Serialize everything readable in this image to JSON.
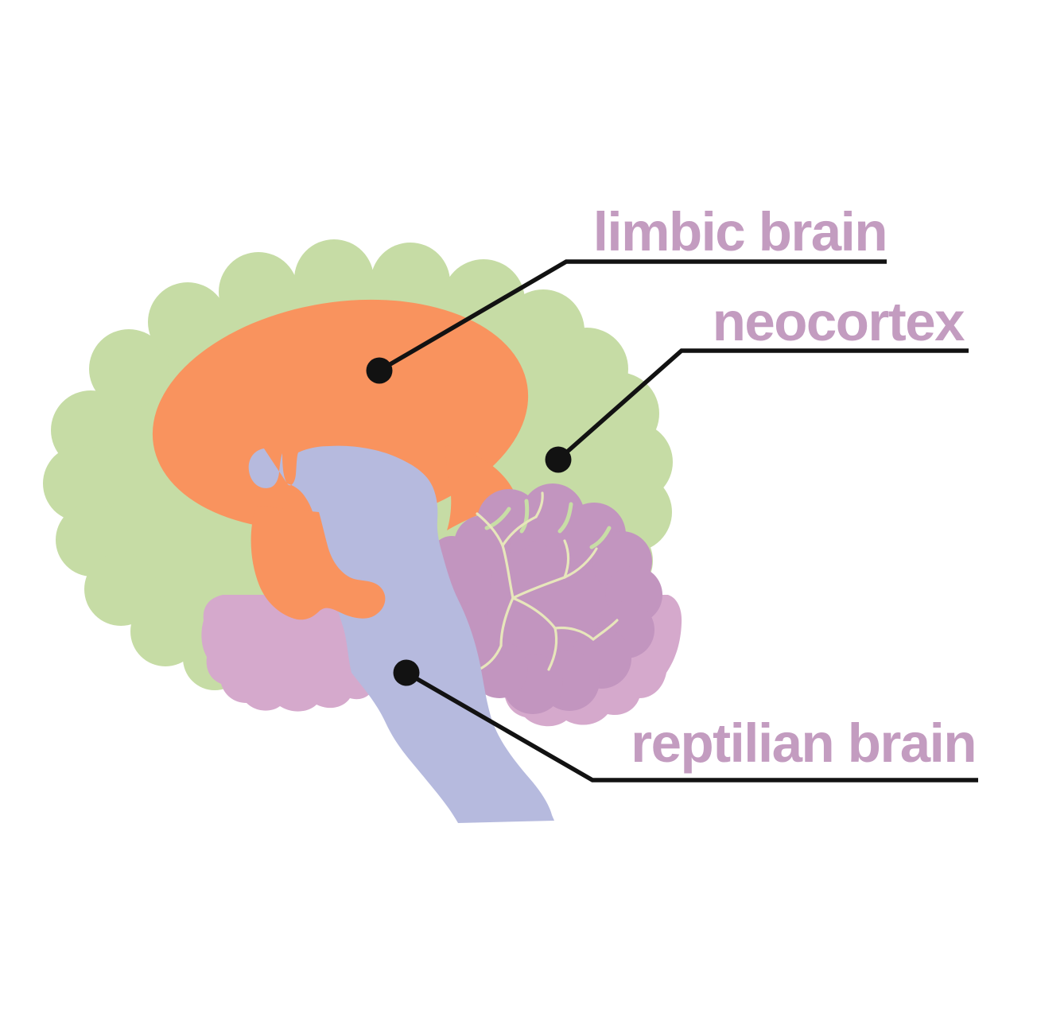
{
  "diagram": {
    "title": "triune brain diagram",
    "labels": {
      "limbic": "limbic brain",
      "neocortex": "neocortex",
      "reptilian": "reptilian brain"
    },
    "colors": {
      "background": "#ffffff",
      "neocortex_green": "#c6dca5",
      "limbic_orange": "#f9935e",
      "brainstem_lavender": "#b6bade",
      "temporal_pink": "#d5a9cc",
      "cerebellum_mauve": "#c295bf",
      "cerebellum_vein_cream": "#e7e6bb",
      "cerebellum_gap_green": "#c8dda6",
      "label_text": "#c39cc0",
      "annotation": "#121212"
    }
  }
}
